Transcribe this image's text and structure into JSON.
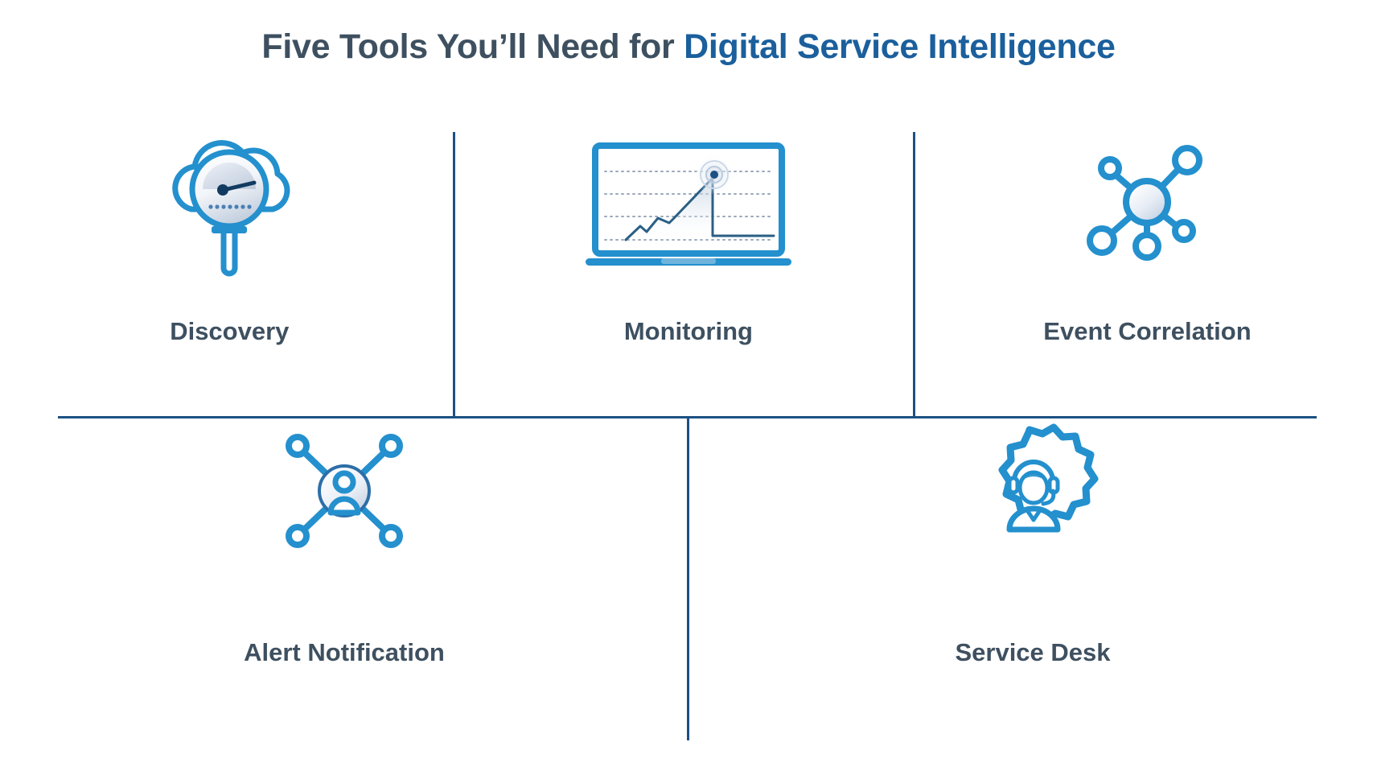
{
  "title": {
    "dark_part": "Five Tools You’ll Need for ",
    "blue_part": "Digital Service Intelligence"
  },
  "colors": {
    "title_dark": "#3e5060",
    "title_blue": "#1b5f9c",
    "icon_blue": "#2490ce",
    "icon_dark_blue": "#1c5183",
    "divider": "#1c5183",
    "background": "#ffffff",
    "gradient_light": "#ffffff",
    "gradient_shadow": "#c9d3e0"
  },
  "rows": [
    {
      "items": [
        {
          "label": "Discovery",
          "icon": "cloud-magnifier-gauge-icon"
        },
        {
          "label": "Monitoring",
          "icon": "laptop-chart-icon"
        },
        {
          "label": "Event Correlation",
          "icon": "node-network-hub-icon"
        }
      ]
    },
    {
      "items": [
        {
          "label": "Alert Notification",
          "icon": "user-node-network-icon"
        },
        {
          "label": "Service Desk",
          "icon": "gear-support-agent-icon"
        }
      ]
    }
  ]
}
